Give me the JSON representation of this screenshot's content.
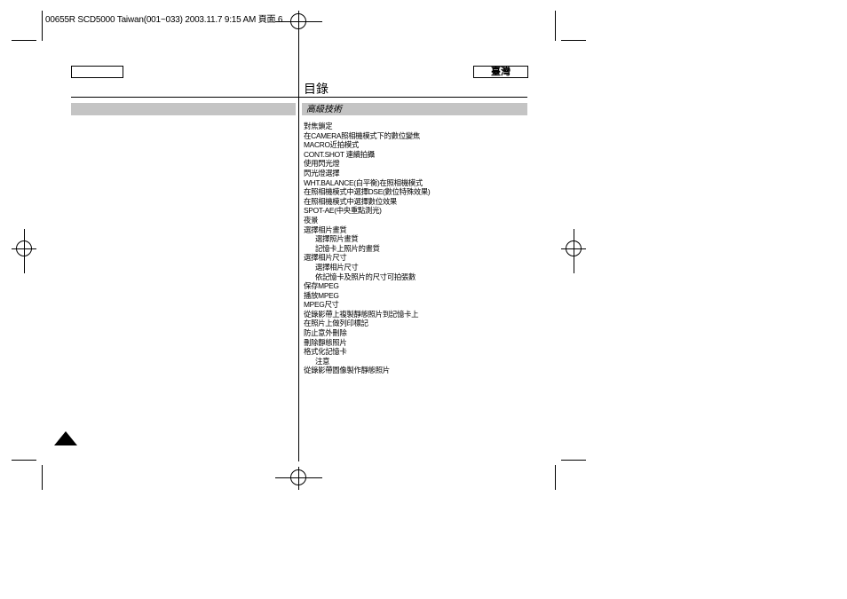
{
  "slug": "00655R SCD5000 Taiwan(001~033)  2003.11.7  9:15 AM  頁面 6",
  "language_tab": "臺灣",
  "page_title": "目錄",
  "section_header": "高級技術",
  "toc": [
    {
      "label": "對焦鎖定",
      "indent": false
    },
    {
      "label": "在CAMERA照相機模式下的數位變焦",
      "indent": false
    },
    {
      "label": "MACRO近拍模式",
      "indent": false
    },
    {
      "label": "CONT.SHOT 連續拍攝",
      "indent": false
    },
    {
      "label": "使用閃光燈",
      "indent": false
    },
    {
      "label": "閃光燈選擇",
      "indent": false
    },
    {
      "label": "WHT.BALANCE(白平衡)在照相機模式",
      "indent": false
    },
    {
      "label": "在照相機模式中選擇DSE(數位特殊效果)",
      "indent": false
    },
    {
      "label": "在照相機模式中選擇數位效果",
      "indent": false
    },
    {
      "label": "SPOT-AE(中央重點測光)",
      "indent": false
    },
    {
      "label": "夜景",
      "indent": false
    },
    {
      "label": "選擇相片畫質",
      "indent": false
    },
    {
      "label": "選擇照片畫質",
      "indent": true
    },
    {
      "label": "記憶卡上照片的畫質",
      "indent": true
    },
    {
      "label": "選擇相片尺寸",
      "indent": false
    },
    {
      "label": "選擇相片尺寸",
      "indent": true
    },
    {
      "label": "依記憶卡及照片的尺寸可拍張數",
      "indent": true
    },
    {
      "label": "保存MPEG",
      "indent": false
    },
    {
      "label": "播放MPEG",
      "indent": false
    },
    {
      "label": "MPEG尺寸",
      "indent": false
    },
    {
      "label": "從錄影帶上複製靜態照片到記憶卡上",
      "indent": false
    },
    {
      "label": "在照片上做列印標記",
      "indent": false
    },
    {
      "label": "防止意外刪除",
      "indent": false
    },
    {
      "label": "刪除靜態照片",
      "indent": false
    },
    {
      "label": "格式化記憶卡",
      "indent": false
    },
    {
      "label": "注意",
      "indent": true
    },
    {
      "label": "從錄影帶圖像製作靜態照片",
      "indent": false
    }
  ],
  "colors": {
    "section_bar": "#c4c4c4",
    "text": "#000000"
  },
  "icons": [
    "page-triangle-icon",
    "registration-mark-icon"
  ]
}
